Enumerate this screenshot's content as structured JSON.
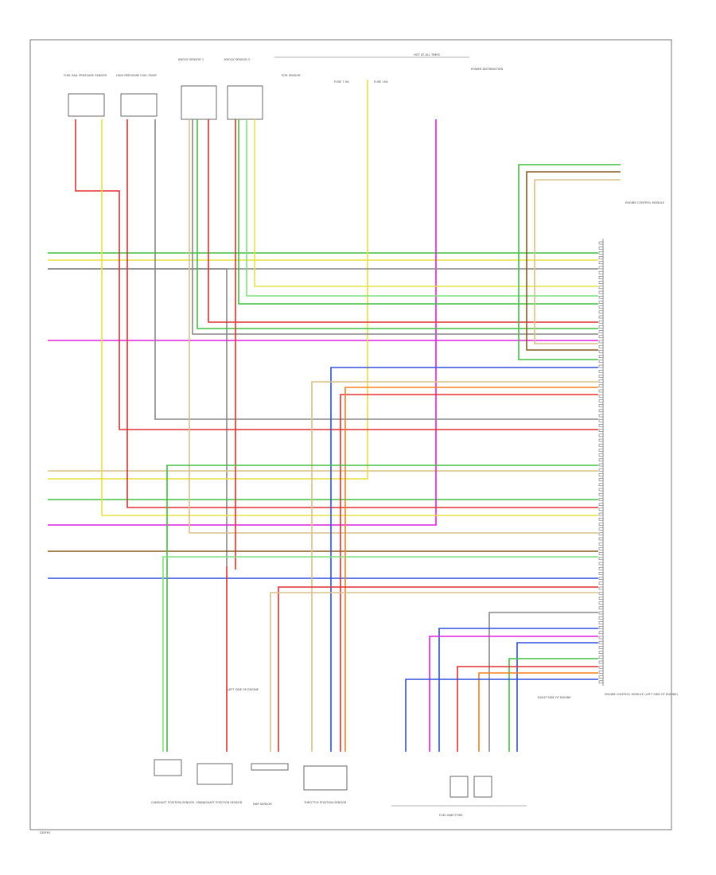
{
  "diagram": {
    "hot_at_all_times": "HOT AT ALL TIMES",
    "footer_code": "GDIFH1",
    "ecm_name": "ENGINE CONTROL MODULE (LEFT SIDE OF ENGINE)",
    "ecm_connector": "ENGINE CONTROL MODULE",
    "fuel_injectors": "FUEL INJECTORS",
    "components": {
      "top_1": "FUEL RAIL PRESSURE SENSOR",
      "top_2": "HIGH PRESSURE FUEL PUMP",
      "top_3": "KNOCK SENSOR 1",
      "top_4": "KNOCK SENSOR 2",
      "top_5": "EGR SENSOR",
      "top_6": "FUSE 7.5A",
      "top_7": "FUSE 15A",
      "top_8": "POWER DISTRIBUTION",
      "bottom_1": "CAMSHAFT POSITION SENSOR",
      "bottom_2": "CRANKSHAFT POSITION SENSOR",
      "bottom_3": "MAP SENSOR",
      "bottom_4": "THROTTLE POSITION SENSOR",
      "left_ground": "LEFT SIDE OF ENGINE",
      "right_side": "RIGHT SIDE OF ENGINE"
    },
    "colors": {
      "red": "#e03030",
      "yellow": "#e8e040",
      "green": "#40c040",
      "magenta": "#e020e0",
      "blue": "#3050e0",
      "orange": "#f08020",
      "brown": "#8a5a20",
      "gray": "#888888",
      "tan": "#d8c08a",
      "lightgreen": "#80e080"
    }
  }
}
